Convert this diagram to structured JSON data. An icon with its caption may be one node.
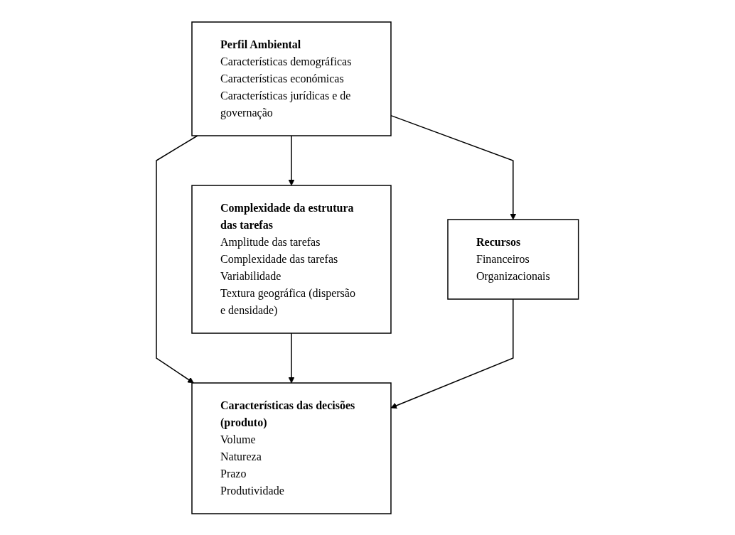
{
  "diagram": {
    "nodes": [
      {
        "text": [
          "Perfil Ambiental",
          "Características demográficas",
          "Características económicas",
          "Características jurídicas e de governação"
        ]
      },
      {
        "text": [
          "Complexidade da estrutura das tarefas",
          "Amplitude das tarefas",
          "Complexidade das tarefas",
          "Variabilidade",
          "Textura geográfica (dispersão e densidade)"
        ]
      },
      {
        "text": [
          "Recursos",
          "Financeiros",
          "Organizacionais"
        ]
      },
      {
        "text": [
          "Características das decisões (produto)",
          "Volume",
          "Natureza",
          "Prazo",
          "Produtividade"
        ]
      }
    ],
    "edges": [
      {
        "from": 0,
        "to": 1,
        "arrow": "to"
      },
      {
        "from": 0,
        "to": 3,
        "arrow": "to"
      },
      {
        "from": 0,
        "to": 2,
        "arrow": "to"
      },
      {
        "from": 1,
        "to": 3,
        "arrow": "to"
      },
      {
        "from": 2,
        "to": 3,
        "arrow": "to"
      }
    ]
  }
}
